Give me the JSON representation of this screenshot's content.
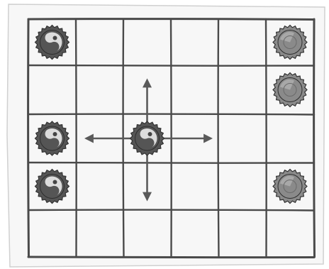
{
  "board": {
    "rows": 5,
    "cols": 6,
    "paper_color": "#f7f7f7",
    "line_color": "#4a4a4a",
    "arrow_color": "#5a5a5a",
    "pieces": [
      {
        "row": 0,
        "col": 0,
        "style": "yin-yang",
        "color": "#555555"
      },
      {
        "row": 0,
        "col": 5,
        "style": "plain",
        "color": "#8a8a8a"
      },
      {
        "row": 1,
        "col": 5,
        "style": "plain",
        "color": "#8a8a8a"
      },
      {
        "row": 2,
        "col": 0,
        "style": "yin-yang",
        "color": "#555555"
      },
      {
        "row": 2,
        "col": 2,
        "style": "yin-yang",
        "color": "#555555",
        "selected": true
      },
      {
        "row": 3,
        "col": 0,
        "style": "yin-yang",
        "color": "#555555"
      },
      {
        "row": 3,
        "col": 5,
        "style": "plain",
        "color": "#8a8a8a"
      }
    ],
    "move_arrows": {
      "from": {
        "row": 2,
        "col": 2
      },
      "directions": [
        "up",
        "down",
        "left",
        "right"
      ]
    }
  }
}
